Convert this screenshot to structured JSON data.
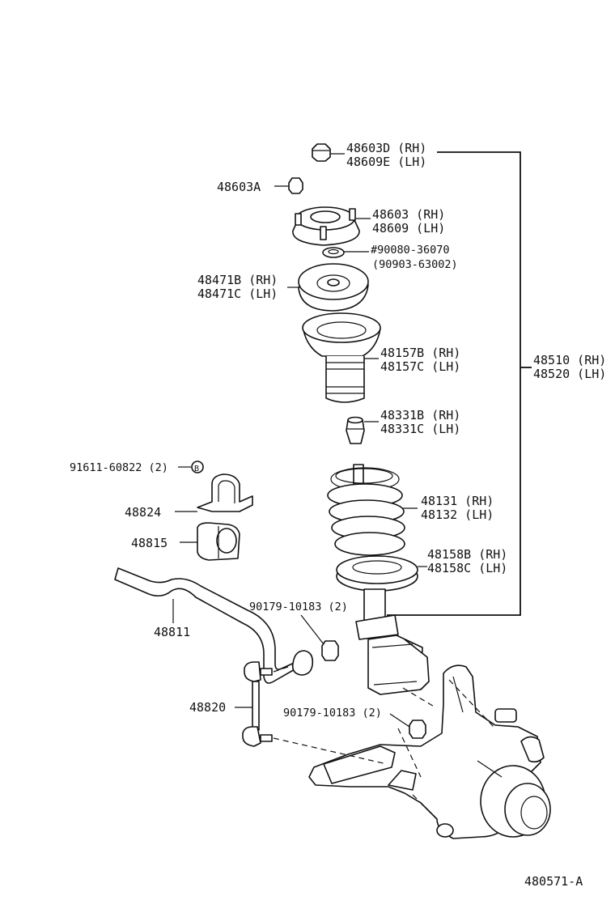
{
  "labels": {
    "nut_top_rh": "48603D (RH)",
    "nut_top_lh": "48609E (LH)",
    "nut_small": "48603A",
    "support_rh": "48603 (RH)",
    "support_lh": "48609 (LH)",
    "bearing_a": "#90080-36070",
    "bearing_b": "(90903-63002)",
    "seat_rh": "48471B (RH)",
    "seat_lh": "48471C (LH)",
    "boot_rh": "48157B (RH)",
    "boot_lh": "48157C (LH)",
    "bump_rh": "48331B (RH)",
    "bump_lh": "48331C (LH)",
    "assy_rh": "48510 (RH)",
    "assy_lh": "48520 (LH)",
    "bolt_bracket": "91611-60822 (2)",
    "bracket": "48824",
    "bushing": "48815",
    "spring_rh": "48131 (RH)",
    "spring_lh": "48132 (LH)",
    "insulator_rh": "48158B (RH)",
    "insulator_lh": "48158C (LH)",
    "nut_link_upper": "90179-10183 (2)",
    "stabilizer_bar": "48811",
    "link": "48820",
    "nut_link_lower": "90179-10183 (2)",
    "diagram_code": "480571-A",
    "callout_letter": "B"
  }
}
